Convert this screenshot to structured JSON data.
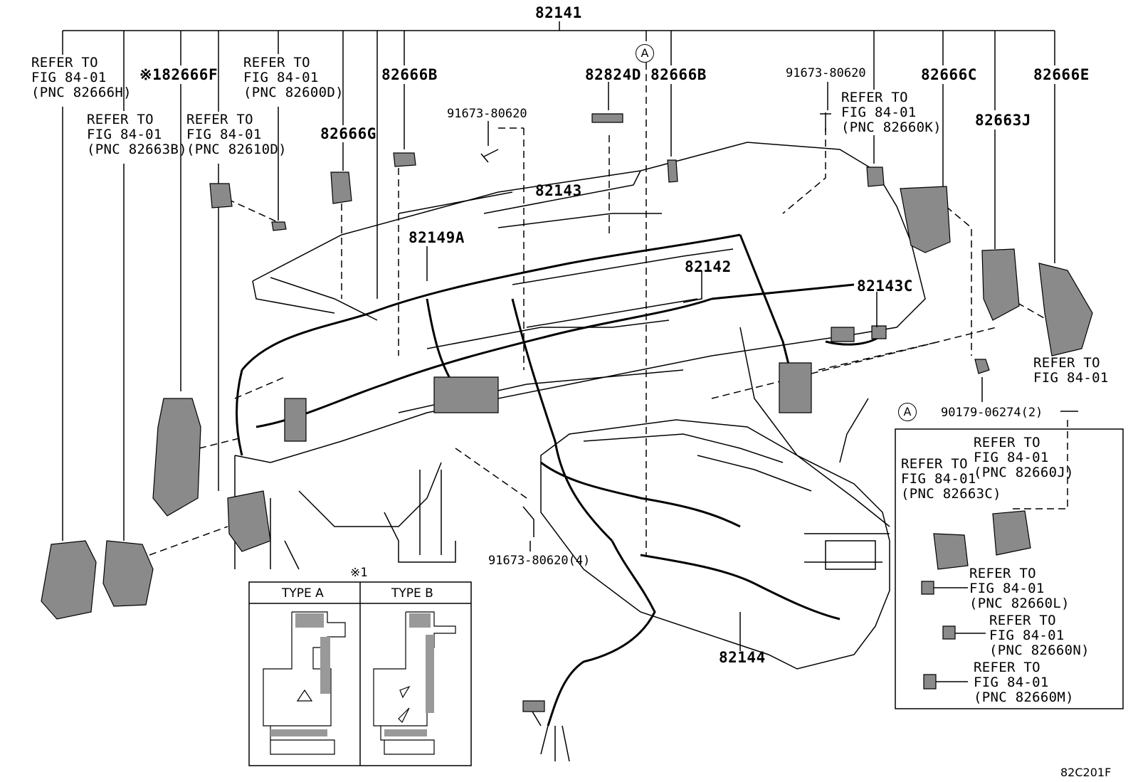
{
  "title_pn": "82141",
  "refs": {
    "r1": [
      "REFER TO",
      "FIG 84-01",
      "(PNC 82666H)"
    ],
    "r2": [
      "REFER TO",
      "FIG 84-01",
      "(PNC 82663B)"
    ],
    "r3": [
      "REFER TO",
      "FIG 84-01",
      "(PNC 82610D)"
    ],
    "r4": [
      "REFER TO",
      "FIG 84-01",
      "(PNC 82600D)"
    ],
    "r5": [
      "REFER TO",
      "FIG 84-01",
      "(PNC 82660K)"
    ],
    "r6": [
      "REFER TO",
      "FIG 84-01"
    ],
    "r7": [
      "REFER TO",
      "FIG 84-01",
      "(PNC 82660J)"
    ],
    "r8": [
      "REFER TO",
      "FIG 84-01",
      "(PNC 82663C)"
    ],
    "r9": [
      "REFER TO",
      "FIG 84-01",
      "(PNC 82660L)"
    ],
    "r10": [
      "REFER TO",
      "FIG 84-01",
      "(PNC 82660N)"
    ],
    "r11": [
      "REFER TO",
      "FIG 84-01",
      "(PNC 82660M)"
    ]
  },
  "parts": {
    "p82666F": "※182666F",
    "p82666G": "82666G",
    "p82666B_1": "82666B",
    "p82824D": "82824D",
    "p82666B_2": "82666B",
    "p91673a": "91673-80620",
    "p91673b": "91673-80620",
    "p82666C": "82666C",
    "p82666E": "82666E",
    "p82663J": "82663J",
    "p82143": "82143",
    "p82149A": "82149A",
    "p82142": "82142",
    "p82143C": "82143C",
    "p90179": "90179-06274(2)",
    "p91673c": "91673-80620(4)",
    "p82144": "82144",
    "note1": "※1"
  },
  "callout": "A",
  "types": {
    "a": "TYPE A",
    "b": "TYPE B"
  },
  "figure_code": "82C201F"
}
